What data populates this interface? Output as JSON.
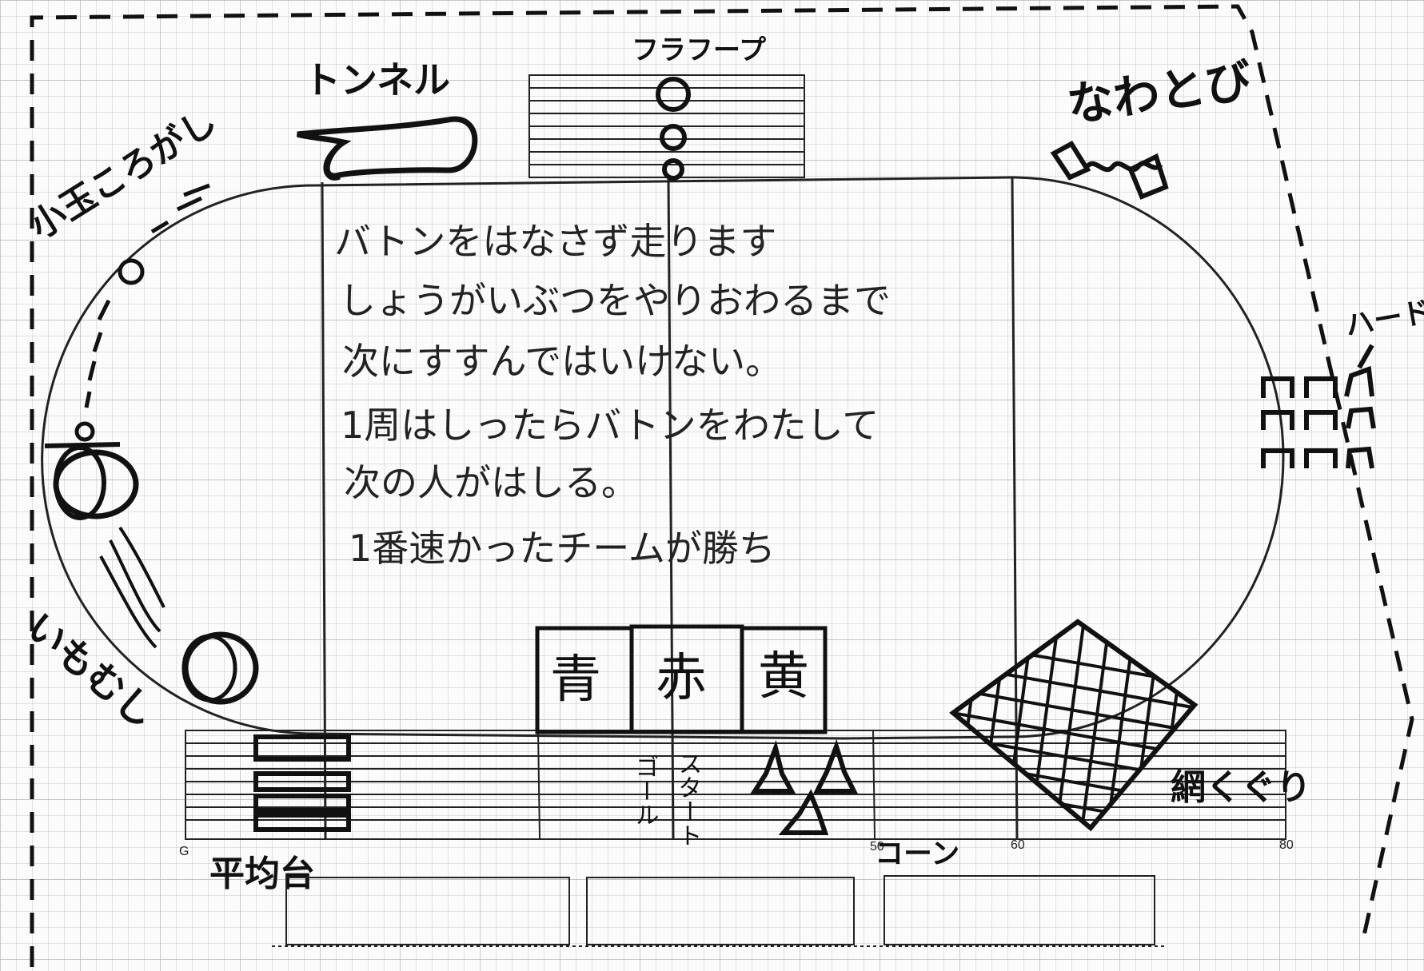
{
  "labels": {
    "hula_hoop": "フラフープ",
    "tunnel": "トンネル",
    "jump_rope": "なわとび",
    "ball_rolling": "小玉ころがし",
    "caterpillar": "いもむし",
    "hurdle": "ハードル",
    "balance_beam": "平均台",
    "net_crawl": "網くぐり",
    "cone": "コーン",
    "goal": "ゴール",
    "start": "スタート"
  },
  "rules": [
    "バトンをはなさず走ります",
    "しょうがいぶつをやりおわるまで",
    "次にすすんではいけない。",
    "1周はしったらバトンをわたして",
    "次の人がはしる。",
    "1番速かったチームが勝ち"
  ],
  "teams": [
    "青",
    "赤",
    "黄"
  ],
  "scale_ticks": [
    "G",
    "50",
    "60",
    "80"
  ]
}
